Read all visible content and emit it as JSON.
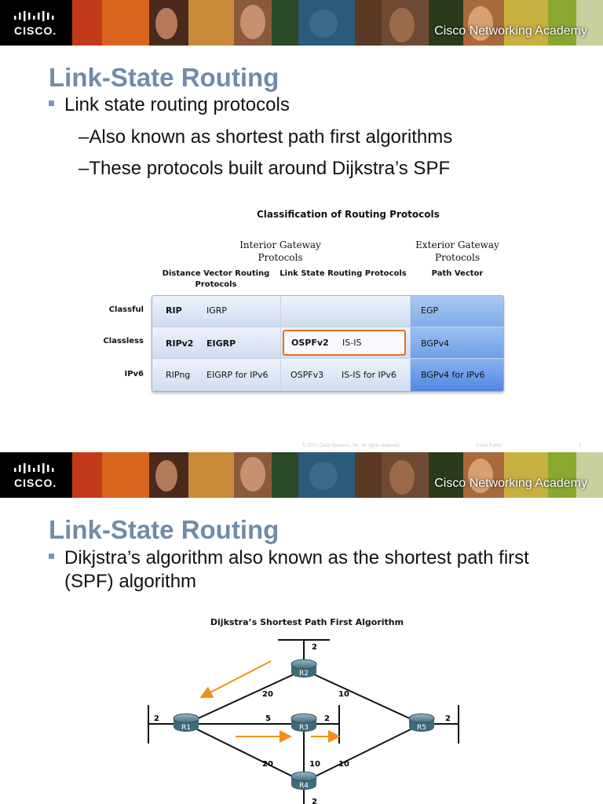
{
  "brand": {
    "logo_text": "CISCO.",
    "banner_caption": "Cisco Networking Academy",
    "colors": {
      "title": "#6f8ca8",
      "bullet": "#7f97b0",
      "highlight": "#e0701e",
      "arrow": "#f09018"
    }
  },
  "slide1": {
    "title": "Link-State Routing",
    "bullet": "Link state routing protocols",
    "subs": [
      "–Also known as shortest path first algorithms",
      "–These protocols built around Dijkstra’s SPF"
    ],
    "table": {
      "title": "Classification of Routing Protocols",
      "igp_header": "Interior Gateway\nProtocols",
      "egp_header": "Exterior Gateway\nProtocols",
      "dv_header": "Distance Vector Routing\nProtocols",
      "ls_header": "Link State Routing Protocols",
      "pv_header": "Path Vector",
      "rows": [
        {
          "label": "Classful",
          "dv1": "RIP",
          "dv2": "IGRP",
          "ls1": "",
          "ls2": "",
          "egp": "EGP"
        },
        {
          "label": "Classless",
          "dv1": "RIPv2",
          "dv2": "EIGRP",
          "ls1": "OSPFv2",
          "ls2": "IS-IS",
          "egp": "BGPv4"
        },
        {
          "label": "IPv6",
          "dv1": "RIPng",
          "dv2": "EIGRP for IPv6",
          "ls1": "OSPFv3",
          "ls2": "IS-IS for IPv6",
          "egp": "BGPv4 for IPv6"
        }
      ]
    },
    "footer": {
      "copyright": "© 2007 Cisco Systems, Inc. All rights reserved.",
      "classification": "Cisco Public",
      "page": "1"
    }
  },
  "slide2": {
    "title": "Link-State Routing",
    "bullet_line1": "Dikjstra’s algorithm also known as the shortest path first",
    "bullet_line2": "(SPF) algorithm",
    "diagram": {
      "title": "Dijkstra’s Shortest Path First Algorithm",
      "routers": [
        "R1",
        "R2",
        "R3",
        "R4",
        "R5"
      ],
      "link_costs": {
        "R1_R2": "20",
        "R2_R5": "10",
        "R1_R3": "5",
        "R1_R4": "20",
        "R3_R4": "10",
        "R4_R5": "10"
      },
      "lan_costs": {
        "R2": "2",
        "R1": "2",
        "R3": "2",
        "R5": "2",
        "R4": "2"
      }
    }
  }
}
